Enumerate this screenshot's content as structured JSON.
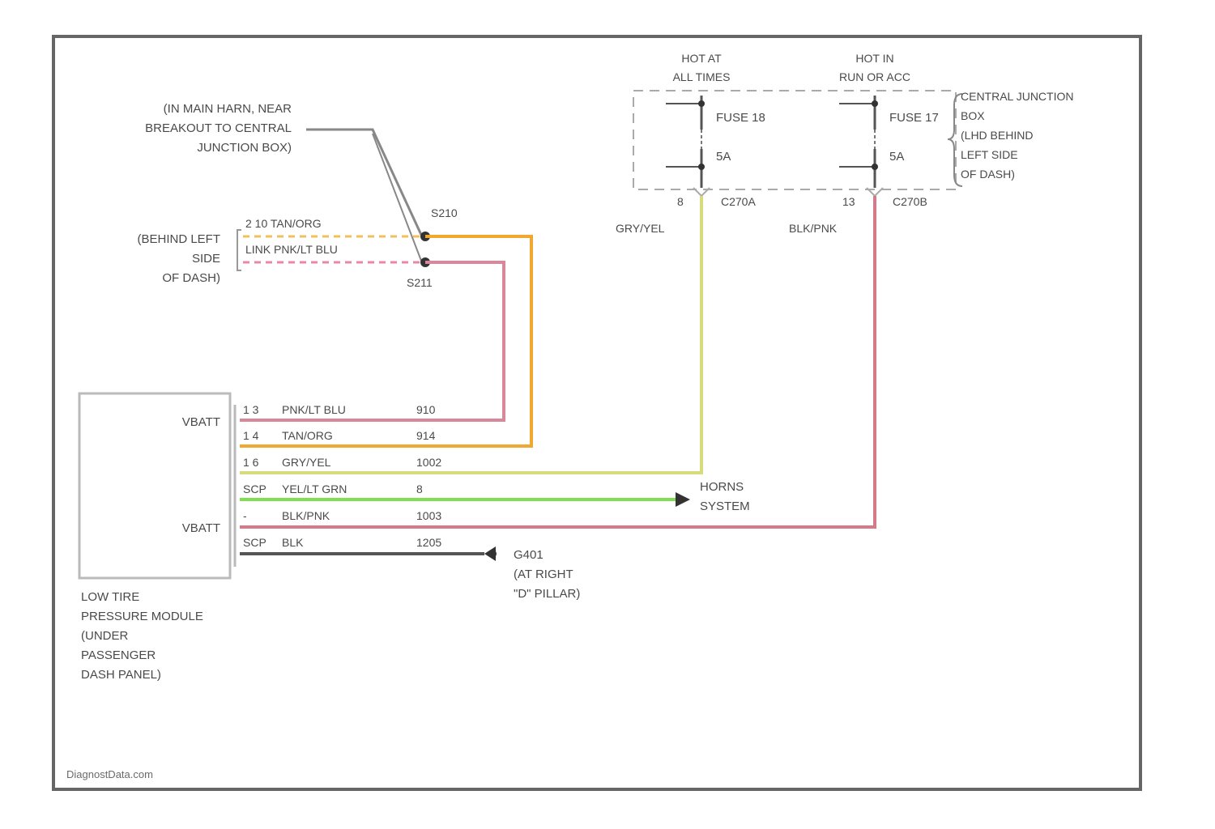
{
  "colors": {
    "frame": "#666666",
    "wire_pink": "#d8889a",
    "wire_orange": "#f0a830",
    "wire_yellow": "#d6dc7c",
    "wire_green": "#7ee050",
    "wire_pinkred": "#d47a88",
    "wire_black": "#555555",
    "text": "#4a4a4a"
  },
  "splices": {
    "note": [
      "(IN MAIN HARN, NEAR",
      "BREAKOUT TO CENTRAL",
      "JUNCTION BOX)"
    ],
    "location": [
      "(BEHIND LEFT",
      "SIDE",
      "OF DASH)"
    ],
    "s210": "S210",
    "s211": "S211",
    "wire_top": "2 10 TAN/ORG",
    "wire_bottom": "LINK PNK/LT BLU"
  },
  "fuse_box": {
    "hot_left": [
      "HOT AT",
      "ALL TIMES"
    ],
    "hot_right": [
      "HOT IN",
      "RUN OR ACC"
    ],
    "fuse_left": "FUSE 18",
    "fuse_right": "FUSE 17",
    "amp_left": "5A",
    "amp_right": "5A",
    "pin_left": "8",
    "pin_right": "13",
    "conn_left": "C270A",
    "conn_right": "C270B",
    "wire_left": "GRY/YEL",
    "wire_right": "BLK/PNK",
    "name": [
      "CENTRAL JUNCTION",
      "BOX",
      "(LHD BEHIND",
      "LEFT SIDE",
      "OF DASH)"
    ]
  },
  "module": {
    "vbatt_top": "VBATT",
    "vbatt_bottom": "VBATT",
    "name": [
      "LOW TIRE",
      "PRESSURE MODULE",
      "(UNDER",
      "PASSENGER",
      "DASH PANEL)"
    ],
    "rows": [
      {
        "pin": "1 3",
        "color": "PNK/LT BLU",
        "circuit": "910"
      },
      {
        "pin": "1 4",
        "color": "TAN/ORG",
        "circuit": "914"
      },
      {
        "pin": "1 6",
        "color": "GRY/YEL",
        "circuit": "1002"
      },
      {
        "pin": "SCP",
        "color": "YEL/LT GRN",
        "circuit": "8"
      },
      {
        "pin": "-",
        "color": "BLK/PNK",
        "circuit": "1003"
      },
      {
        "pin": "SCP",
        "color": "BLK",
        "circuit": "1205"
      }
    ]
  },
  "horns": [
    "HORNS",
    "SYSTEM"
  ],
  "ground": [
    "G401",
    "(AT RIGHT",
    "\"D\" PILLAR)"
  ],
  "watermark": "DiagnostData.com"
}
